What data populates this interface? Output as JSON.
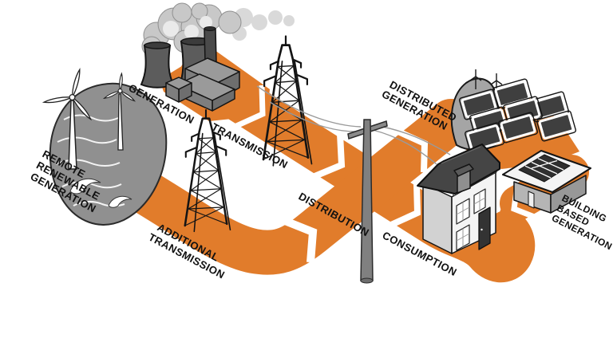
{
  "diagram": {
    "description": "Electricity grid flow diagram",
    "labels": {
      "remote_renewable_generation": {
        "lines": [
          "REMOTE",
          "RENEWABLE",
          "GENERATION"
        ]
      },
      "generation": {
        "lines": [
          "GENERATION"
        ]
      },
      "transmission": {
        "lines": [
          "TRANSMISSION"
        ]
      },
      "additional_transmission": {
        "lines": [
          "ADDITIONAL",
          "TRANSMISSION"
        ]
      },
      "distribution": {
        "lines": [
          "DISTRIBUTION"
        ]
      },
      "consumption": {
        "lines": [
          "CONSUMPTION"
        ]
      },
      "distributed_generation": {
        "lines": [
          "DISTRIBUTED",
          "GENERATION"
        ]
      },
      "building_based_generation": {
        "lines": [
          "BUILDING",
          "BASED",
          "GENERATION"
        ]
      }
    },
    "colors": {
      "flow_arrow": "#E17C2B",
      "outline": "#141414",
      "dark_gray": "#4A4A4A",
      "mid_gray": "#8A8A8A",
      "light_gray": "#D6D6D6",
      "smoke": "#C9C9C9",
      "background": "#FFFFFF",
      "label_text": "#111111"
    }
  }
}
